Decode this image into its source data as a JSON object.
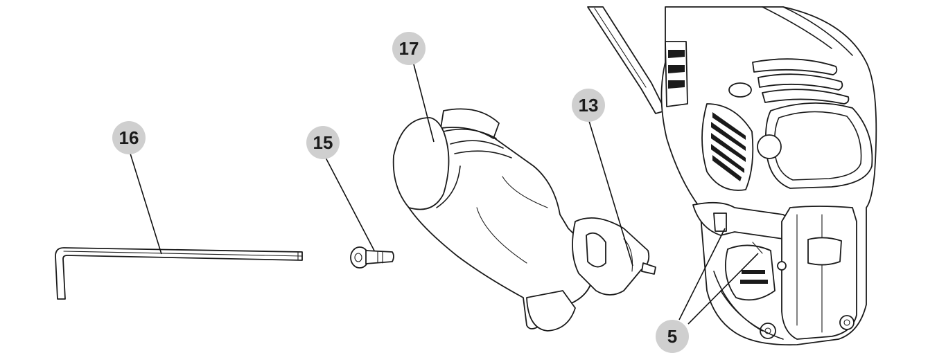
{
  "callouts": [
    {
      "id": "17",
      "label": "17"
    },
    {
      "id": "16",
      "label": "16"
    },
    {
      "id": "15",
      "label": "15"
    },
    {
      "id": "13",
      "label": "13"
    },
    {
      "id": "5",
      "label": "5"
    }
  ],
  "colors": {
    "callout_fill": "#cfcfcf",
    "line": "#1a1a1a",
    "background": "#ffffff"
  }
}
